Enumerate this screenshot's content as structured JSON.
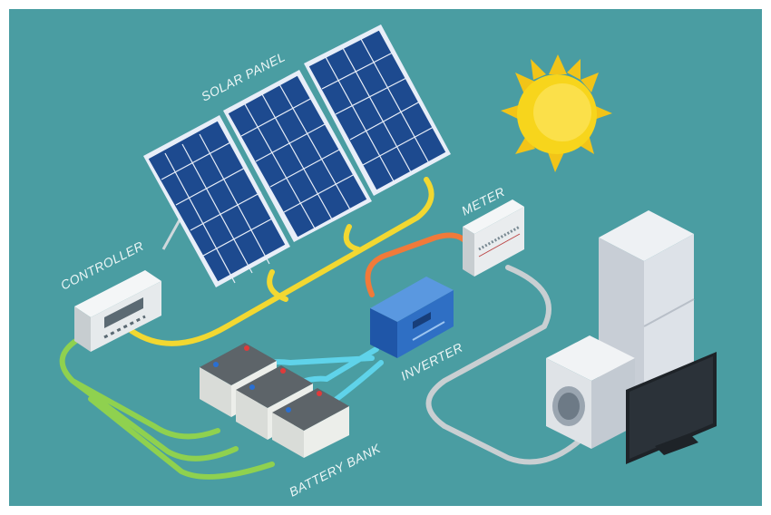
{
  "labels": {
    "solar_panel": "SOLAR PANEL",
    "controller": "CONTROLLER",
    "meter": "METER",
    "inverter": "INVERTER",
    "battery_bank": "BATTERY BANK"
  },
  "colors": {
    "background": "#4a9da2",
    "panel": "#1d4a8f",
    "sun": "#f7d51c",
    "solar_cable": "#f2d831",
    "battery_cable": "#8fd14f",
    "inverter_cable": "#5fd3ea",
    "meter_cable": "#f07a3a",
    "load_cable": "#c9cfd2",
    "inverter": "#2f6fc4"
  }
}
